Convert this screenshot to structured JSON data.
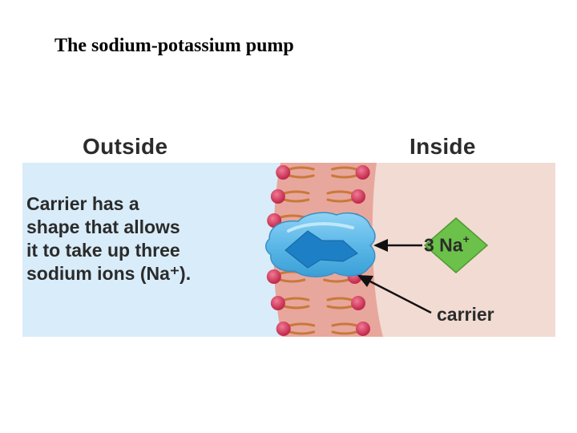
{
  "title": "The sodium-potassium pump",
  "diagram": {
    "outside_label": "Outside",
    "inside_label": "Inside",
    "description_lines": [
      "Carrier has a",
      "shape that allows",
      "it to take up three",
      "sodium ions (Na⁺)."
    ],
    "ion_label": {
      "count": "3 Na",
      "charge": "+"
    },
    "carrier_label": "carrier",
    "colors": {
      "outside_fluid": "#d9ecf9",
      "inside_fluid": "#f2dbd3",
      "membrane": "#e8a79c",
      "phospholipid_head": "#d63a5e",
      "lipid_tail": "#c8793a",
      "carrier_protein": "#5cb8e8",
      "binding_site": "#1d7fc6",
      "sodium_ion": "#6cc14a"
    }
  }
}
